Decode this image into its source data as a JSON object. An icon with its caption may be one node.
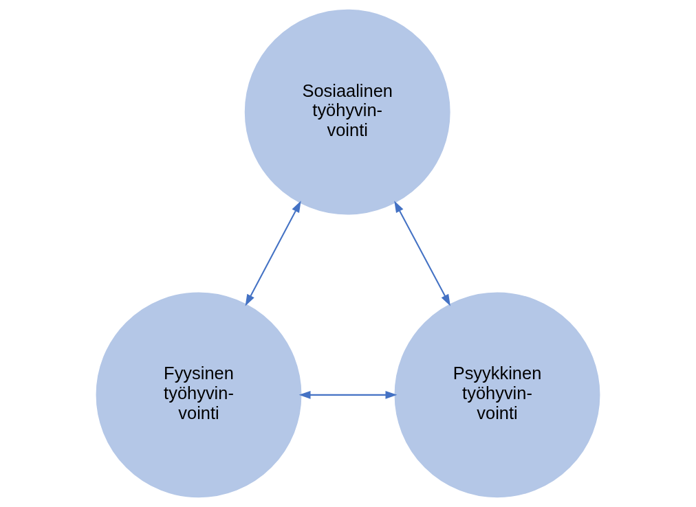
{
  "diagram": {
    "nodes": [
      {
        "text": [
          "Sosiaalinen työhyvin- vointi"
        ]
      },
      {
        "text": [
          "Fyysinen työhyvin- vointi"
        ]
      },
      {
        "text": [
          "Psyykkinen työhyvin- vointi"
        ]
      }
    ],
    "edges": [
      {
        "from": 0,
        "to": 1,
        "arrow": "both"
      },
      {
        "from": 0,
        "to": 2,
        "arrow": "both"
      },
      {
        "from": 1,
        "to": 2,
        "arrow": "both"
      }
    ]
  }
}
